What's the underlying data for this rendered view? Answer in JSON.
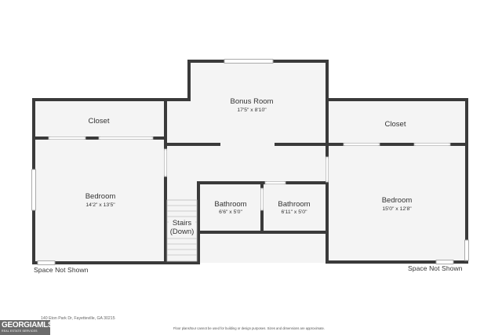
{
  "rooms": {
    "bonus": {
      "name": "Bonus Room",
      "dims": "17'5\" x 8'10\""
    },
    "closet_left": {
      "name": "Closet"
    },
    "closet_right": {
      "name": "Closet"
    },
    "bedroom_left": {
      "name": "Bedroom",
      "dims": "14'2\" x 13'5\""
    },
    "bedroom_right": {
      "name": "Bedroom",
      "dims": "15'0\" x 12'8\""
    },
    "bath_1": {
      "name": "Bathroom",
      "dims": "6'6\" x 5'0\""
    },
    "bath_2": {
      "name": "Bathroom",
      "dims": "6'11\" x 5'0\""
    },
    "stairs": {
      "line1": "Stairs",
      "line2": "(Down)"
    }
  },
  "notes": {
    "space_left": "Space Not Shown",
    "space_right": "Space Not Shown",
    "address": "140 Eton Park Dr, Fayetteville, GA 30215",
    "disclaimer": "Floor plans/tour cannot be used for building or design purposes. Sizes and dimensions are approximate."
  },
  "logo": {
    "main": "GEORGIAMLS",
    "sub": "REAL ESTATE SERVICES"
  },
  "colors": {
    "wall": "#3a3a3a",
    "floor": "#f4f4f4",
    "window": "#c9c9c9"
  }
}
